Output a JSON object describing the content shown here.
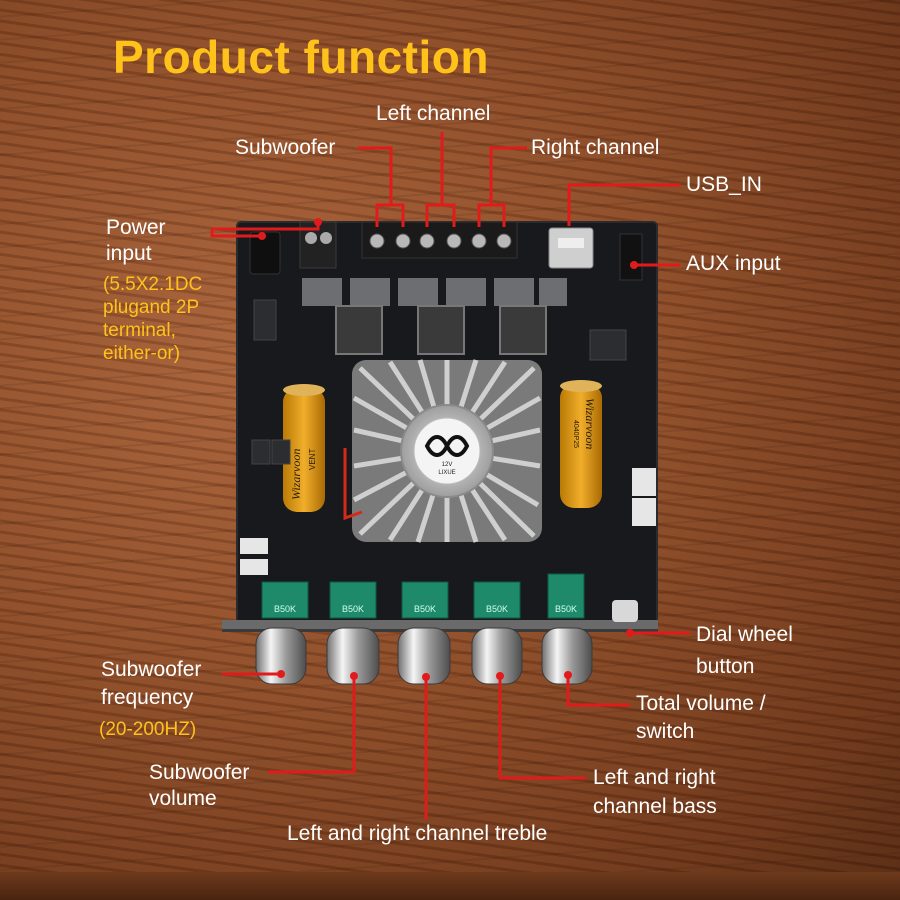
{
  "title": "Product function",
  "labels": {
    "left_channel": "Left channel",
    "subwoofer": "Subwoofer",
    "right_channel": "Right channel",
    "usb_in": "USB_IN",
    "aux_input": "AUX input",
    "power_input_line1": "Power",
    "power_input_line2": "input",
    "power_note_lines": [
      "(5.5X2.1DC",
      "plugand 2P",
      "terminal,",
      "either-or)"
    ],
    "dial_wheel_line1": "Dial wheel",
    "dial_wheel_line2": "button",
    "sub_freq_line1": "Subwoofer",
    "sub_freq_line2": "frequency",
    "sub_freq_note": "(20-200HZ)",
    "total_volume_line1": "Total volume /",
    "total_volume_line2": "switch",
    "sub_volume_line1": "Subwoofer",
    "sub_volume_line2": "volume",
    "bass_line1": "Left and right",
    "bass_line2": "channel bass",
    "treble": "Left and right channel treble"
  },
  "board": {
    "pot_labels": [
      "B50K",
      "B50K",
      "B50K",
      "B50K",
      "B50K"
    ],
    "logo_text": "LIXUE",
    "logo_voltage": "12V",
    "capacitor_brand": "Wizarvoon",
    "capacitor_text": "VENT",
    "capacitor_rating": "4040P25"
  },
  "colors": {
    "title": "#ffc21a",
    "note": "#ffc21a",
    "label": "#ffffff",
    "leader": "#e11b1b",
    "pcb": "#18191c"
  }
}
